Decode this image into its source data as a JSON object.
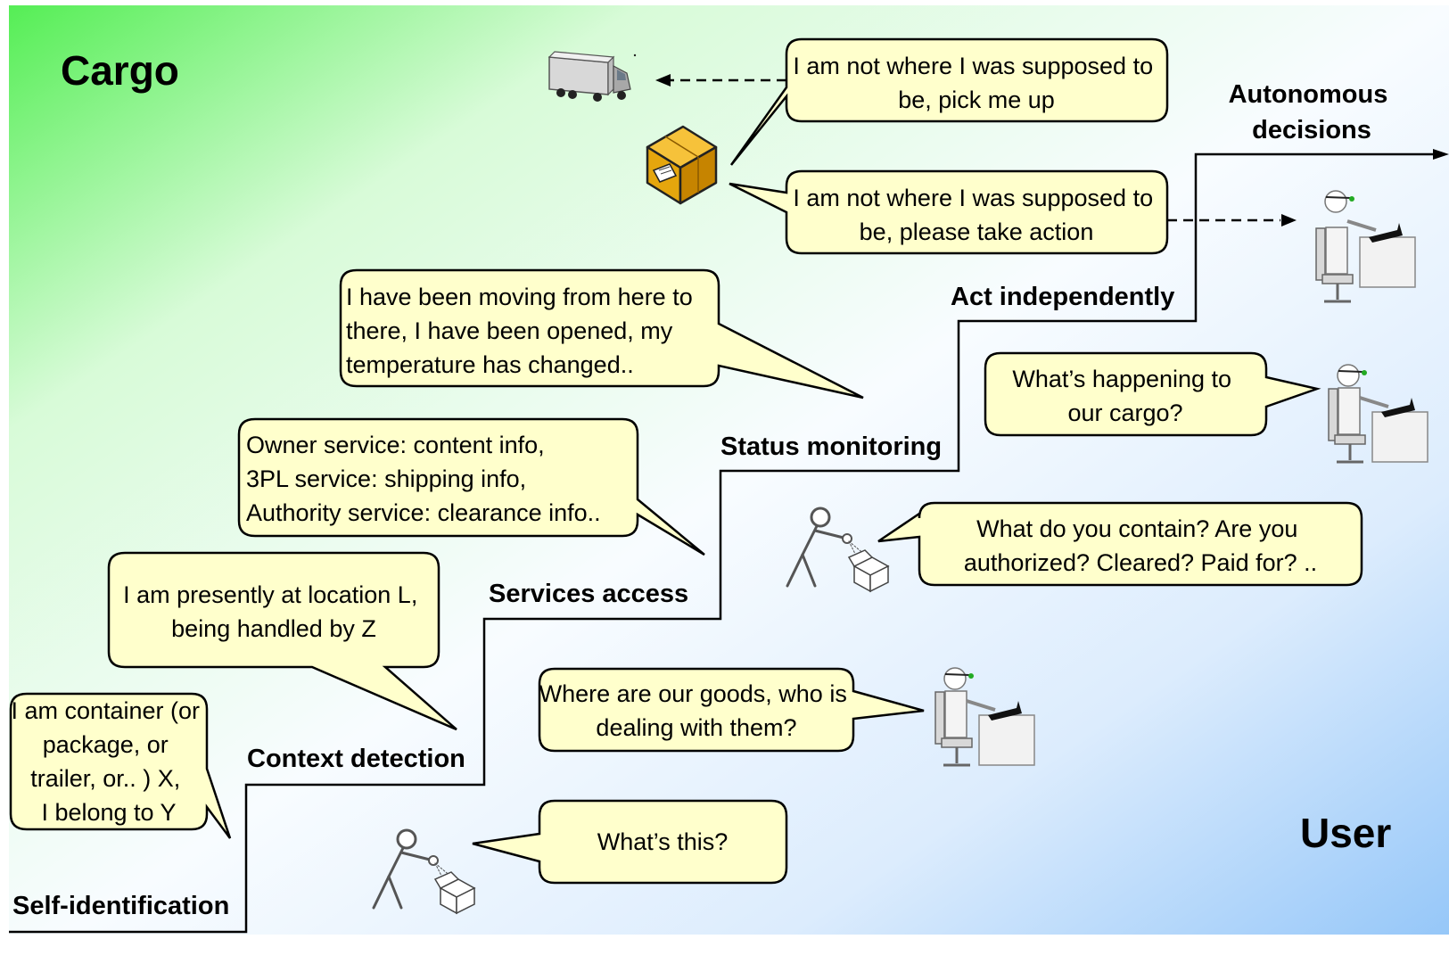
{
  "corner_labels": {
    "cargo": "Cargo",
    "user": "User"
  },
  "steps": {
    "self_identification": "Self-identification",
    "context_detection": "Context detection",
    "services_access": "Services access",
    "status_monitoring": "Status monitoring",
    "act_independently": "Act independently",
    "autonomous_decisions": [
      "Autonomous",
      "decisions"
    ]
  },
  "cargo_bubbles": {
    "self_id": [
      "I am container (or",
      "package, or",
      "trailer, or.. )  X,",
      "I belong to Y"
    ],
    "context": [
      "I am presently at location L,",
      "being handled by Z"
    ],
    "services": [
      "Owner service: content info,",
      "3PL service: shipping info,",
      "Authority service: clearance info.."
    ],
    "status": [
      "I have been moving from here to",
      "there, I have been opened, my",
      "temperature has changed.."
    ],
    "pick_up": [
      "I am not where I was supposed to",
      "be, pick me up"
    ],
    "take_action": [
      "I am not where I was supposed to",
      "be, please take action"
    ]
  },
  "user_bubbles": {
    "whats_this": [
      "What’s this?"
    ],
    "where_goods": [
      "Where are our goods, who is",
      "dealing with them?"
    ],
    "contain": [
      "What do you contain? Are you",
      "authorized? Cleared? Paid for? .."
    ],
    "happening": [
      "What’s happening to",
      "our cargo?"
    ]
  },
  "colors": {
    "bubble_fill": "#ffffcc",
    "bubble_stroke": "#000000",
    "gradient_green": "#66ff66",
    "gradient_blue": "#99ccff",
    "box_orange": "#f0a000"
  }
}
